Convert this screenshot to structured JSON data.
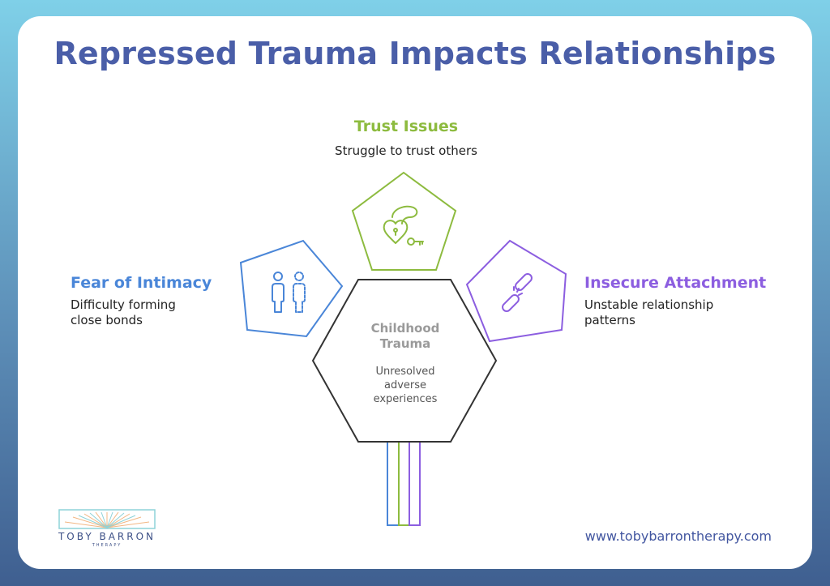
{
  "title": "Repressed Trauma Impacts Relationships",
  "colors": {
    "title": "#4a5ea8",
    "trust": "#8dbb3f",
    "fear": "#4a86d8",
    "insecure": "#8c5ee0",
    "center": "#333333"
  },
  "nodes": {
    "trust": {
      "title": "Trust Issues",
      "desc": "Struggle to trust others",
      "icon": "heart-lock-key-icon"
    },
    "fear": {
      "title": "Fear of Intimacy",
      "desc_line1": "Difficulty forming",
      "desc_line2": "close bonds",
      "icon": "two-people-icon"
    },
    "insecure": {
      "title": "Insecure Attachment",
      "desc_line1": "Unstable relationship",
      "desc_line2": "patterns",
      "icon": "broken-chain-icon"
    },
    "center": {
      "title_line1": "Childhood",
      "title_line2": "Trauma",
      "desc_line1": "Unresolved",
      "desc_line2": "adverse",
      "desc_line3": "experiences"
    }
  },
  "brand": {
    "name": "TOBY BARRON",
    "sub": "THERAPY",
    "icon": "sunrise-logo-icon"
  },
  "website": "www.tobybarrontherapy.com"
}
